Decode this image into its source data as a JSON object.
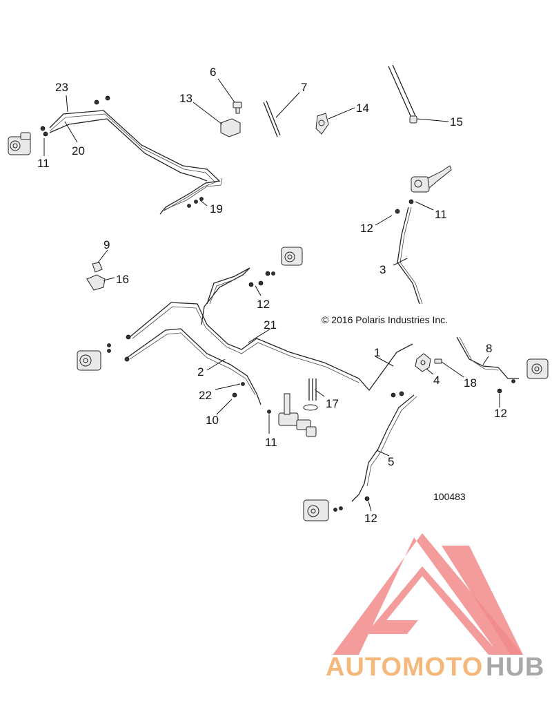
{
  "diagram": {
    "copyright": "© 2016 Polaris Industries Inc.",
    "figure_number": "100483",
    "callouts": [
      "1",
      "2",
      "3",
      "4",
      "5",
      "6",
      "7",
      "8",
      "9",
      "10",
      "11",
      "12",
      "13",
      "14",
      "15",
      "16",
      "17",
      "18",
      "19",
      "20",
      "21",
      "22",
      "23"
    ]
  },
  "watermark": {
    "text_part1": "AUTOMOTO",
    "text_part2": "HUB",
    "colors": {
      "orange": "#f5b87a",
      "red": "#f08080",
      "gray": "#a8a8a8"
    }
  }
}
